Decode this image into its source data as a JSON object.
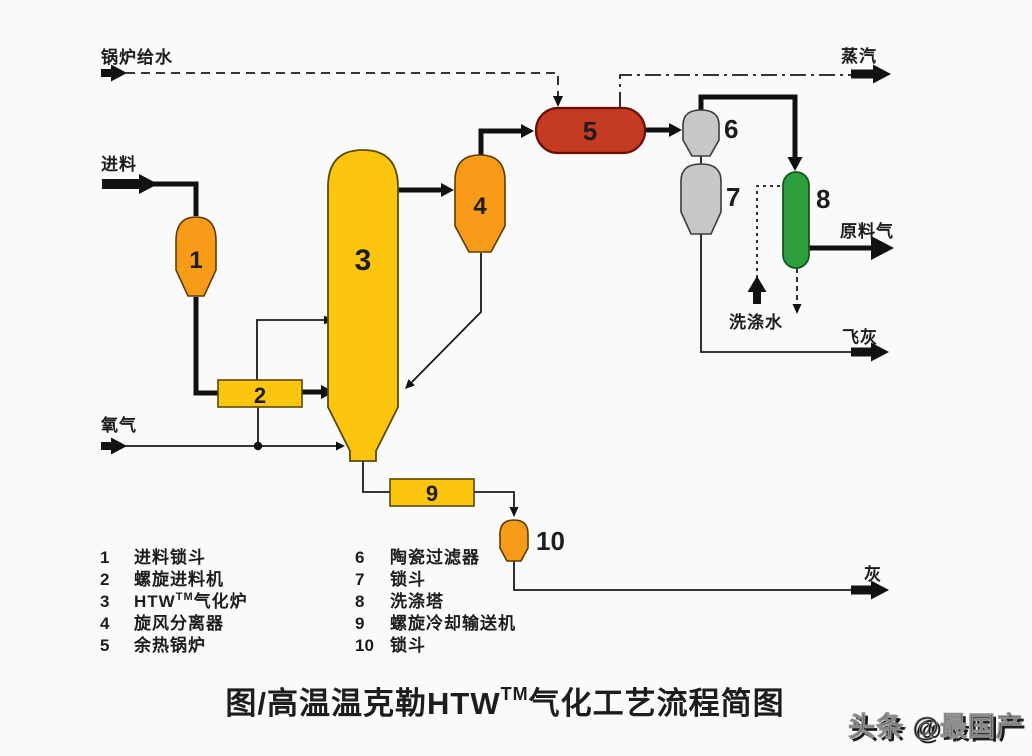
{
  "title": {
    "part1": "图/高温温克勒HTW",
    "sup": "TM",
    "part2": "气化工艺流程简图"
  },
  "watermark": {
    "text": "头条 @最国产"
  },
  "streams": {
    "boiler_feed_water": "锅炉给水",
    "feed": "进料",
    "oxygen": "氧气",
    "steam": "蒸汽",
    "raw_gas": "原料气",
    "wash_water": "洗涤水",
    "fly_ash": "飞灰",
    "ash": "灰"
  },
  "equipment": [
    {
      "num": "1",
      "label": "进料锁斗"
    },
    {
      "num": "2",
      "label": "螺旋进料机"
    },
    {
      "num": "3",
      "label_pre": "HTW",
      "label_sup": "TM",
      "label_post": "气化炉"
    },
    {
      "num": "4",
      "label": "旋风分离器"
    },
    {
      "num": "5",
      "label": "余热锅炉"
    },
    {
      "num": "6",
      "label": "陶瓷过滤器"
    },
    {
      "num": "7",
      "label": "锁斗"
    },
    {
      "num": "8",
      "label": "洗涤塔"
    },
    {
      "num": "9",
      "label": "螺旋冷却输送机"
    },
    {
      "num": "10",
      "label": "锁斗"
    }
  ],
  "colors": {
    "yellow": "#FCC60F",
    "orange": "#F79B18",
    "red": "#C43A23",
    "gray": "#C7C7C7",
    "green": "#2E9D3E"
  }
}
